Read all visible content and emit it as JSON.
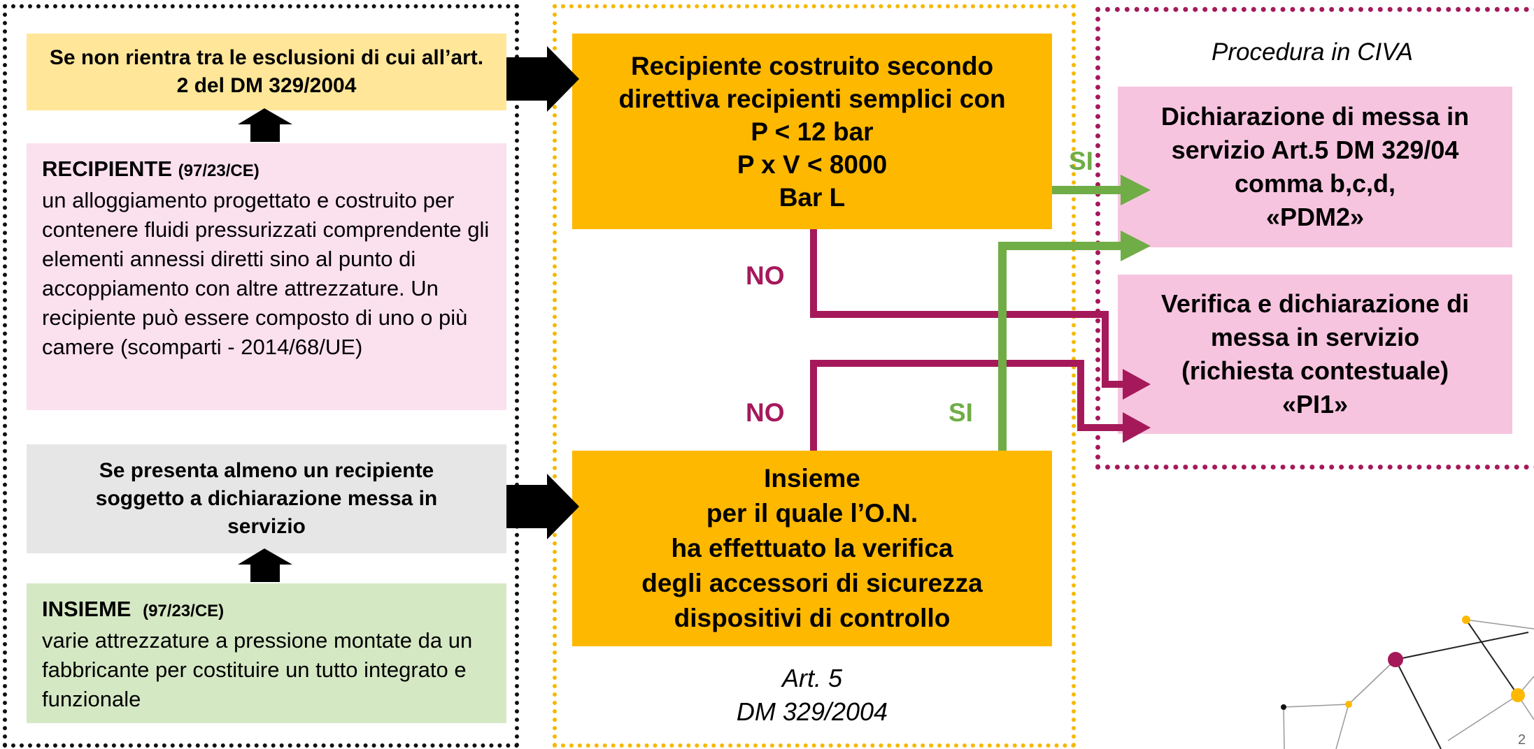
{
  "left": {
    "exclusion_box": "Se non rientra tra le esclusioni di cui all’art. 2 del DM 329/2004",
    "recipiente": {
      "heading": "RECIPIENTE",
      "ref": "(97/23/CE)",
      "body": "un alloggiamento progettato e costruito per contenere fluidi pressurizzati comprendente gli elementi annessi diretti sino al punto di accoppiamento con altre attrezzature. Un recipiente può essere composto di uno o più camere (scomparti - 2014/68/UE)"
    },
    "insieme_condition": "Se presenta almeno un recipiente soggetto a dichiarazione messa in servizio",
    "insieme": {
      "heading": "INSIEME",
      "ref": "(97/23/CE)",
      "body": "varie attrezzature a pressione montate da un fabbricante per costituire un tutto integrato e funzionale"
    }
  },
  "middle": {
    "recipiente_box": [
      "Recipiente costruito secondo",
      "direttiva recipienti semplici con",
      "P < 12 bar",
      "P x V < 8000",
      "Bar L"
    ],
    "insieme_box": [
      "Insieme",
      "per il quale l’O.N.",
      "ha effettuato la verifica",
      "degli accessori di sicurezza",
      "dispositivi di controllo"
    ],
    "caption_line1": "Art. 5",
    "caption_line2": "DM 329/2004"
  },
  "right": {
    "title": "Procedura in CIVA",
    "pdm2_box": [
      "Dichiarazione di messa in",
      "servizio Art.5 DM 329/04",
      "comma b,c,d,",
      "«PDM2»"
    ],
    "pi1_box": [
      "Verifica e dichiarazione di",
      "messa in servizio",
      "(richiesta contestuale)",
      "«PI1»"
    ]
  },
  "labels": {
    "si_top": "SI",
    "no_top": "NO",
    "no_bottom": "NO",
    "si_bottom": "SI"
  },
  "page_number": "2",
  "colors": {
    "orange": "#ffb800",
    "yellow_light": "#ffe699",
    "pink_light": "#fbe0ee",
    "pink": "#f7c4df",
    "gray": "#e6e6e6",
    "green_light": "#d5e8c4",
    "magenta": "#a5195b",
    "green": "#70ad47",
    "frame_orange": "#f5b800"
  }
}
